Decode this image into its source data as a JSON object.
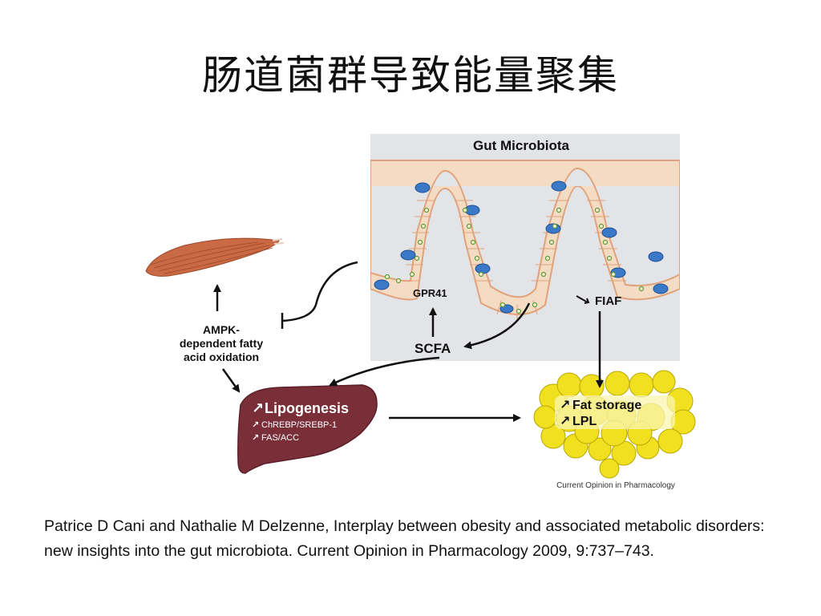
{
  "slide": {
    "title": "肠道菌群导致能量聚集"
  },
  "figure": {
    "gut_label": "Gut Microbiota",
    "gpr41_label": "GPR41",
    "scfa_label": "SCFA",
    "fiaf_label": "FIAF",
    "ampk_lines": [
      "AMPK-",
      "dependent fatty",
      "acid oxidation"
    ],
    "liver_title": "Lipogenesis",
    "liver_items": [
      "ChREBP/SREBP-1",
      "FAS/ACC"
    ],
    "fat_items": [
      "Fat storage",
      "LPL"
    ],
    "journal_credit": "Current Opinion in Pharmacology",
    "colors": {
      "gut_background": "#e3e4e7",
      "villus_cell": "#f4dcc4",
      "villus_outline": "#e0a27a",
      "cell_blue": "#3a78c8",
      "liver": "#7a2f38",
      "fat": "#f0e020",
      "muscle": "#c96a45"
    }
  },
  "caption": {
    "text": "Patrice D Cani and Nathalie M Delzenne, Interplay between obesity and associated metabolic disorders: new insights into the gut microbiota. Current Opinion in Pharmacology 2009, 9:737–743."
  }
}
